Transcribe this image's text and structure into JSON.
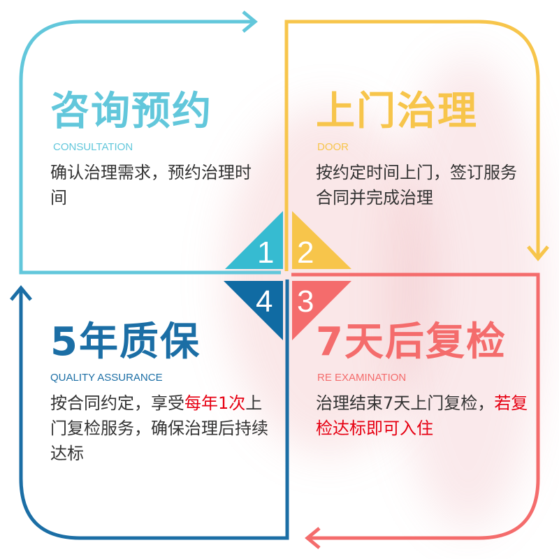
{
  "colors": {
    "consult": "#62c7db",
    "door": "#f7c54b",
    "reexam": "#f46c6c",
    "quality": "#1b6ea5",
    "highlight": "#e60012"
  },
  "steps": [
    {
      "num": "1",
      "title": "咨询预约",
      "en": "CONSULTATION",
      "body": "确认治理需求，预约治理时间"
    },
    {
      "num": "2",
      "title": "上门治理",
      "en": "DOOR",
      "body": "按约定时间上门，签订服务合同并完成治理"
    },
    {
      "num": "3",
      "title": "7天后复检",
      "en": "RE EXAMINATION",
      "body_a": "治理结束7天上门复检，",
      "body_hl": "若复检达标即可入住"
    },
    {
      "num": "4",
      "title": "5年质保",
      "en": "QUALITY ASSURANCE",
      "body_a": "按合同约定，享受",
      "body_hl": "每年1次",
      "body_b": "上门复检服务，确保治理后持续达标"
    }
  ]
}
